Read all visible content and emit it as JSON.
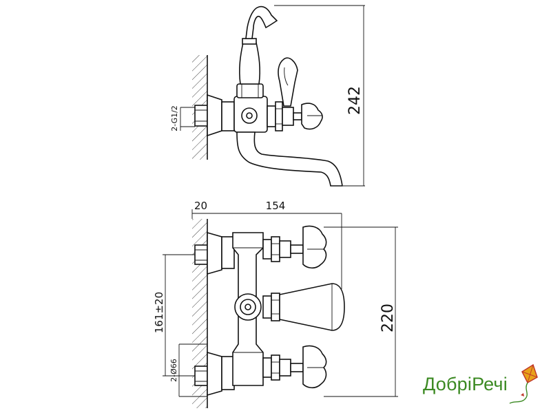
{
  "dimensions": {
    "height_top": "242",
    "thread_side": "2-G1/2",
    "wall_offset": "20",
    "spout_width": "154",
    "center_distance": "161±20",
    "thread_dia": "2-Ø66",
    "total_height": "220"
  },
  "logo": {
    "text": "ДобріРечі"
  }
}
